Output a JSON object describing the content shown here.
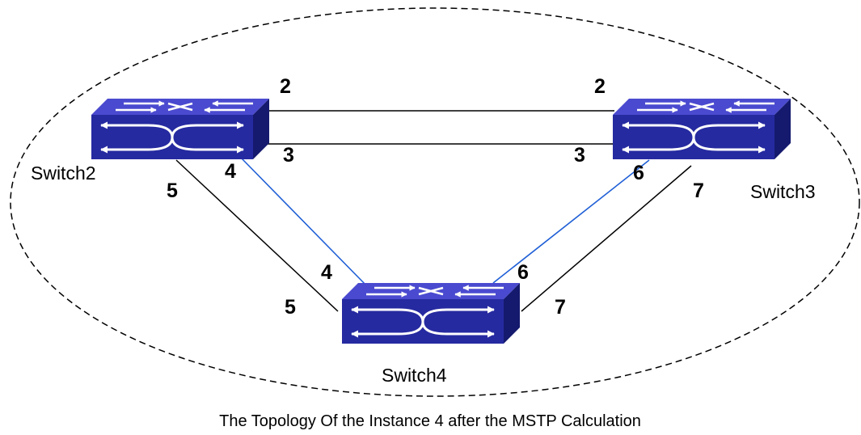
{
  "diagram": {
    "caption": "The Topology Of the Instance 4 after the MSTP Calculation",
    "switches": {
      "s2": "Switch2",
      "s3": "Switch3",
      "s4": "Switch4"
    },
    "ports": {
      "s2_2": "2",
      "s2_3": "3",
      "s2_4": "4",
      "s2_5": "5",
      "s3_2": "2",
      "s3_3": "3",
      "s3_6": "6",
      "s3_7": "7",
      "s4_4": "4",
      "s4_5": "5",
      "s4_6": "6",
      "s4_7": "7"
    },
    "colors": {
      "active_link": "#1f5fd6",
      "blocked_link": "#000000",
      "switch_top": "#4a4ad0",
      "switch_front": "#262aa0",
      "switch_side": "#151a6e"
    },
    "active_links": [
      "Switch2 port 4 - Switch4 port 4",
      "Switch3 port 6 - Switch4 port 6"
    ]
  }
}
